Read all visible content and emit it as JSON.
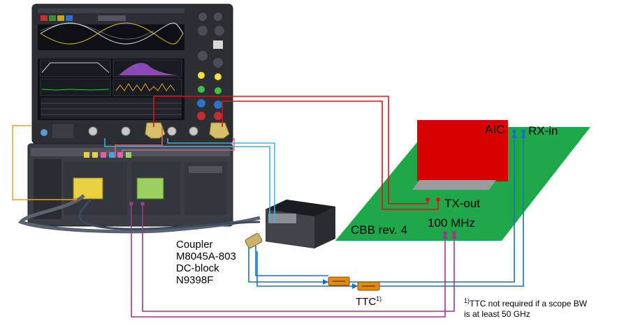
{
  "labels": {
    "aic": "AIC",
    "rx_in": "RX-in",
    "tx_out": "TX-out",
    "clock": "100 MHz",
    "board": "CBB rev. 4",
    "coupler_line1": "Coupler",
    "coupler_line2": "M8045A-803",
    "dcblock_line1": "DC-block",
    "dcblock_line2": "N9398F",
    "ttc": "TTC",
    "ttc_sup": "1)",
    "note_sup": "1)",
    "note_line1": "TTC not required if a scope BW",
    "note_line2": "is at least 50 GHz"
  },
  "colors": {
    "board_green": "#1fa84a",
    "aic_red": "#d80000",
    "cable_red": "#e0101a",
    "cable_blue": "#1a6fc0",
    "cable_cyan": "#35b9e6",
    "cable_purple": "#9a3a8a",
    "cable_orange": "#f0a020",
    "cable_pink": "#e0607a",
    "ttc_orange": "#e38a10"
  },
  "icons": {
    "oscilloscope": "oscilloscope-icon",
    "bert_chassis": "bert-chassis-icon",
    "clock_source_box": "clock-source-box-icon",
    "ttc_component": "ttc-component-icon"
  }
}
